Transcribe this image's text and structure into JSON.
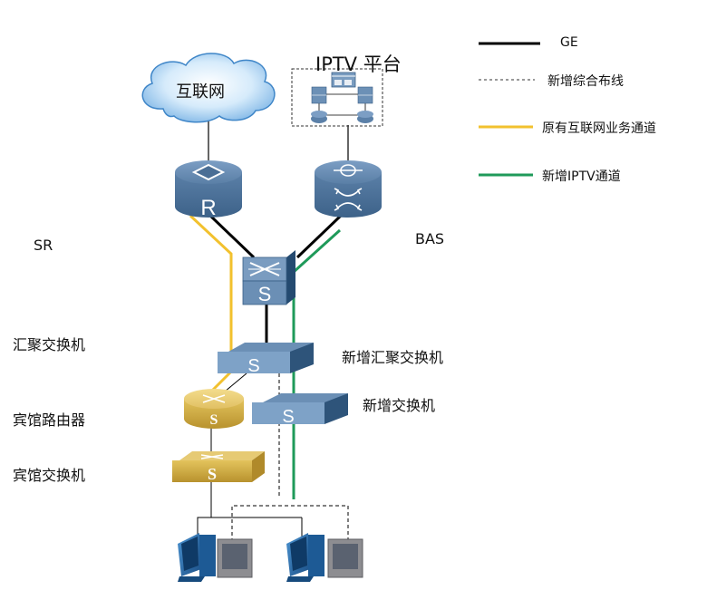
{
  "legend": {
    "items": [
      {
        "label": "GE",
        "style": "solid",
        "color": "#000000"
      },
      {
        "label": "新增综合布线",
        "style": "dashed",
        "color": "#333333"
      },
      {
        "label": "原有互联网业务通道",
        "style": "solid",
        "color": "#f2c12e"
      },
      {
        "label": "新增IPTV通道",
        "style": "solid",
        "color": "#1f9a5a"
      }
    ]
  },
  "nodes": {
    "internet": {
      "label": "互联网"
    },
    "iptv_platform": {
      "label": "IPTV 平台"
    },
    "sr": {
      "label": "SR",
      "glyph": "R"
    },
    "bas": {
      "label": "BAS"
    },
    "core_switch": {
      "glyph": "S"
    },
    "agg_switch": {
      "label": "汇聚交换机",
      "glyph": "S"
    },
    "new_agg_switch": {
      "label": "新增汇聚交换机"
    },
    "new_switch": {
      "label": "新增交换机",
      "glyph": "S"
    },
    "hotel_router": {
      "label": "宾馆路由器",
      "glyph": "S"
    },
    "hotel_switch": {
      "label": "宾馆交换机",
      "glyph": "S"
    }
  },
  "colors": {
    "device_blue": "#5b80a8",
    "device_blue_dark": "#2f5378",
    "device_gold": "#d8b24a",
    "cloud": "#9fc9ef",
    "ge": "#000000",
    "internet_path": "#f2c12e",
    "iptv_path": "#1f9a5a"
  }
}
